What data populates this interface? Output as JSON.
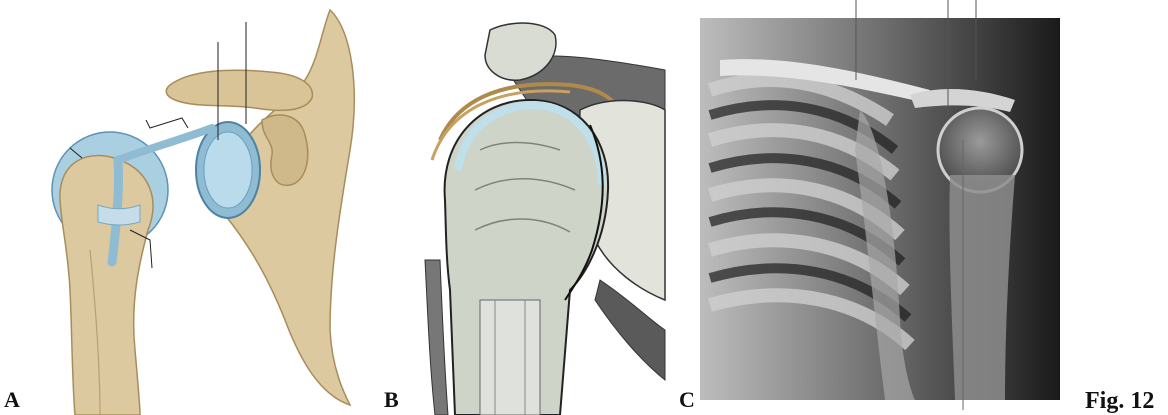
{
  "labels": {
    "panel_a": "A",
    "panel_b": "B",
    "panel_c": "C",
    "figure": "Fig. 12"
  },
  "colors": {
    "bone": "#dcc9a0",
    "bone_shadow": "#b89f70",
    "cartilage": "#a9cfe0",
    "cartilage_edge": "#5e93b3",
    "xray_dark": "#161616",
    "xray_light": "#d8d8d8"
  }
}
